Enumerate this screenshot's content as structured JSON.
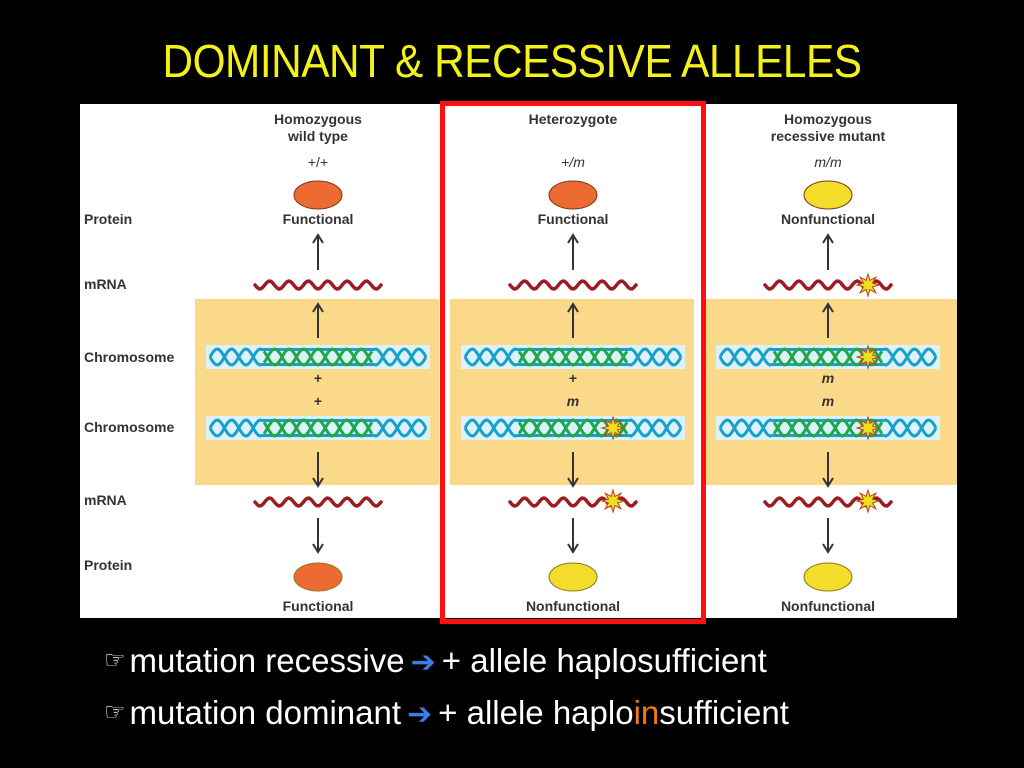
{
  "title": "DOMINANT & RECESSIVE ALLELES",
  "diagram": {
    "row_labels": {
      "protein_top": "Protein",
      "mrna_top": "mRNA",
      "chromosome_1": "Chromosome",
      "chromosome_2": "Chromosome",
      "mrna_bottom": "mRNA",
      "protein_bottom": "Protein"
    },
    "columns": [
      {
        "heading_line1": "Homozygous",
        "heading_line2": "wild type",
        "genotype": "+/+",
        "top_status": "Functional",
        "allele_1": "+",
        "allele_2": "+",
        "bottom_status": "Functional",
        "top_protein_color": "#ee6a33",
        "bottom_protein_color": "#ee6a33"
      },
      {
        "heading_line1": "Heterozygote",
        "heading_line2": "",
        "genotype": "+/m",
        "top_status": "Functional",
        "allele_1": "+",
        "allele_2": "m",
        "bottom_status": "Nonfunctional",
        "top_protein_color": "#ee6a33",
        "bottom_protein_color": "#f4dc2a"
      },
      {
        "heading_line1": "Homozygous",
        "heading_line2": "recessive mutant",
        "genotype": "m/m",
        "top_status": "Nonfunctional",
        "allele_1": "m",
        "allele_2": "m",
        "bottom_status": "Nonfunctional",
        "top_protein_color": "#f4dc2a",
        "bottom_protein_color": "#f4dc2a"
      }
    ],
    "colors": {
      "highlight_box": "#ff1010",
      "chromosome_band": "#fbd98a",
      "mrna": "#9c1c24",
      "dna_strand_a": "#1aa0c8",
      "dna_strand_b": "#22a64a",
      "mutation_star": "#e8e020"
    }
  },
  "bullets": [
    {
      "icon": "pointing-hand-icon",
      "text_before": "mutation recessive",
      "arrow": "➔",
      "text_after": "+ allele haplosufficient",
      "highlight": "",
      "text_end": ""
    },
    {
      "icon": "pointing-hand-icon",
      "text_before": "mutation dominant",
      "arrow": "➔",
      "text_after": "+ allele haplo",
      "highlight": "in",
      "text_end": "sufficient"
    }
  ]
}
